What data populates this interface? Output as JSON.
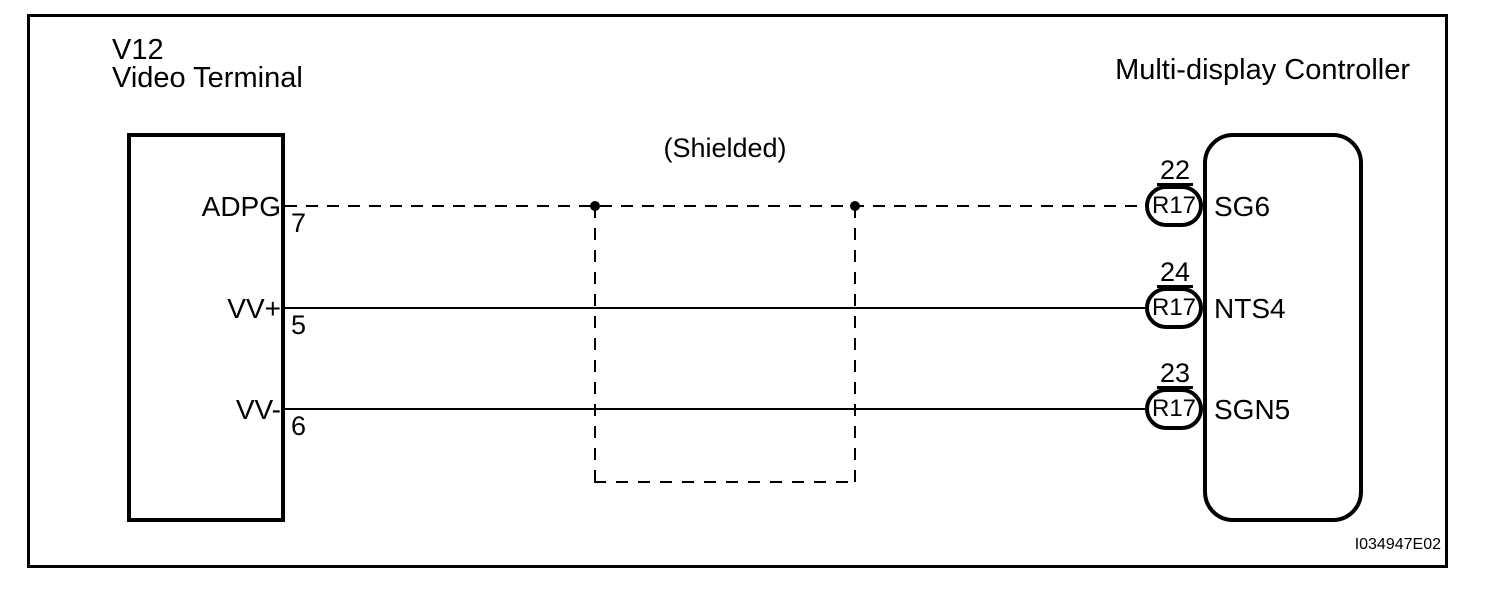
{
  "diagram_code": "I034947E02",
  "shield_label": "(Shielded)",
  "left_component": {
    "title_line1": "V12",
    "title_line2": "Video Terminal"
  },
  "right_component": {
    "title": "Multi-display Controller"
  },
  "wires": [
    {
      "left_name": "ADPG",
      "left_pin": "7",
      "line_style": "dashed",
      "right_pin": "22",
      "connector": "R17",
      "right_signal": "SG6"
    },
    {
      "left_name": "VV+",
      "left_pin": "5",
      "line_style": "solid",
      "right_pin": "24",
      "connector": "R17",
      "right_signal": "NTS4"
    },
    {
      "left_name": "VV-",
      "left_pin": "6",
      "line_style": "solid",
      "right_pin": "23",
      "connector": "R17",
      "right_signal": "SGN5"
    }
  ],
  "colors": {
    "line": "#000000",
    "background": "#ffffff"
  }
}
